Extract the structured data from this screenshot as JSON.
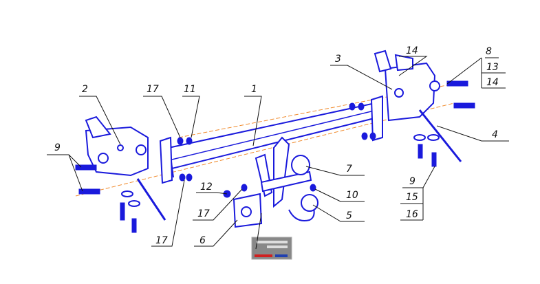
{
  "callouts": {
    "c1": "1",
    "c2": "2",
    "c3": "3",
    "c4": "4",
    "c5": "5",
    "c6": "6",
    "c7": "7",
    "c8": "8",
    "c9_left": "9",
    "c9_right": "9",
    "c10": "10",
    "c11": "11",
    "c12": "12",
    "c13": "13",
    "c14_top": "14",
    "c14_stack": "14",
    "c15": "15",
    "c16": "16",
    "c17_top": "17",
    "c17_mid": "17",
    "c17_bottom": "17"
  },
  "colors": {
    "parts": "#1a1adc",
    "axis": "#f08a2c",
    "leaders": "#111111"
  }
}
